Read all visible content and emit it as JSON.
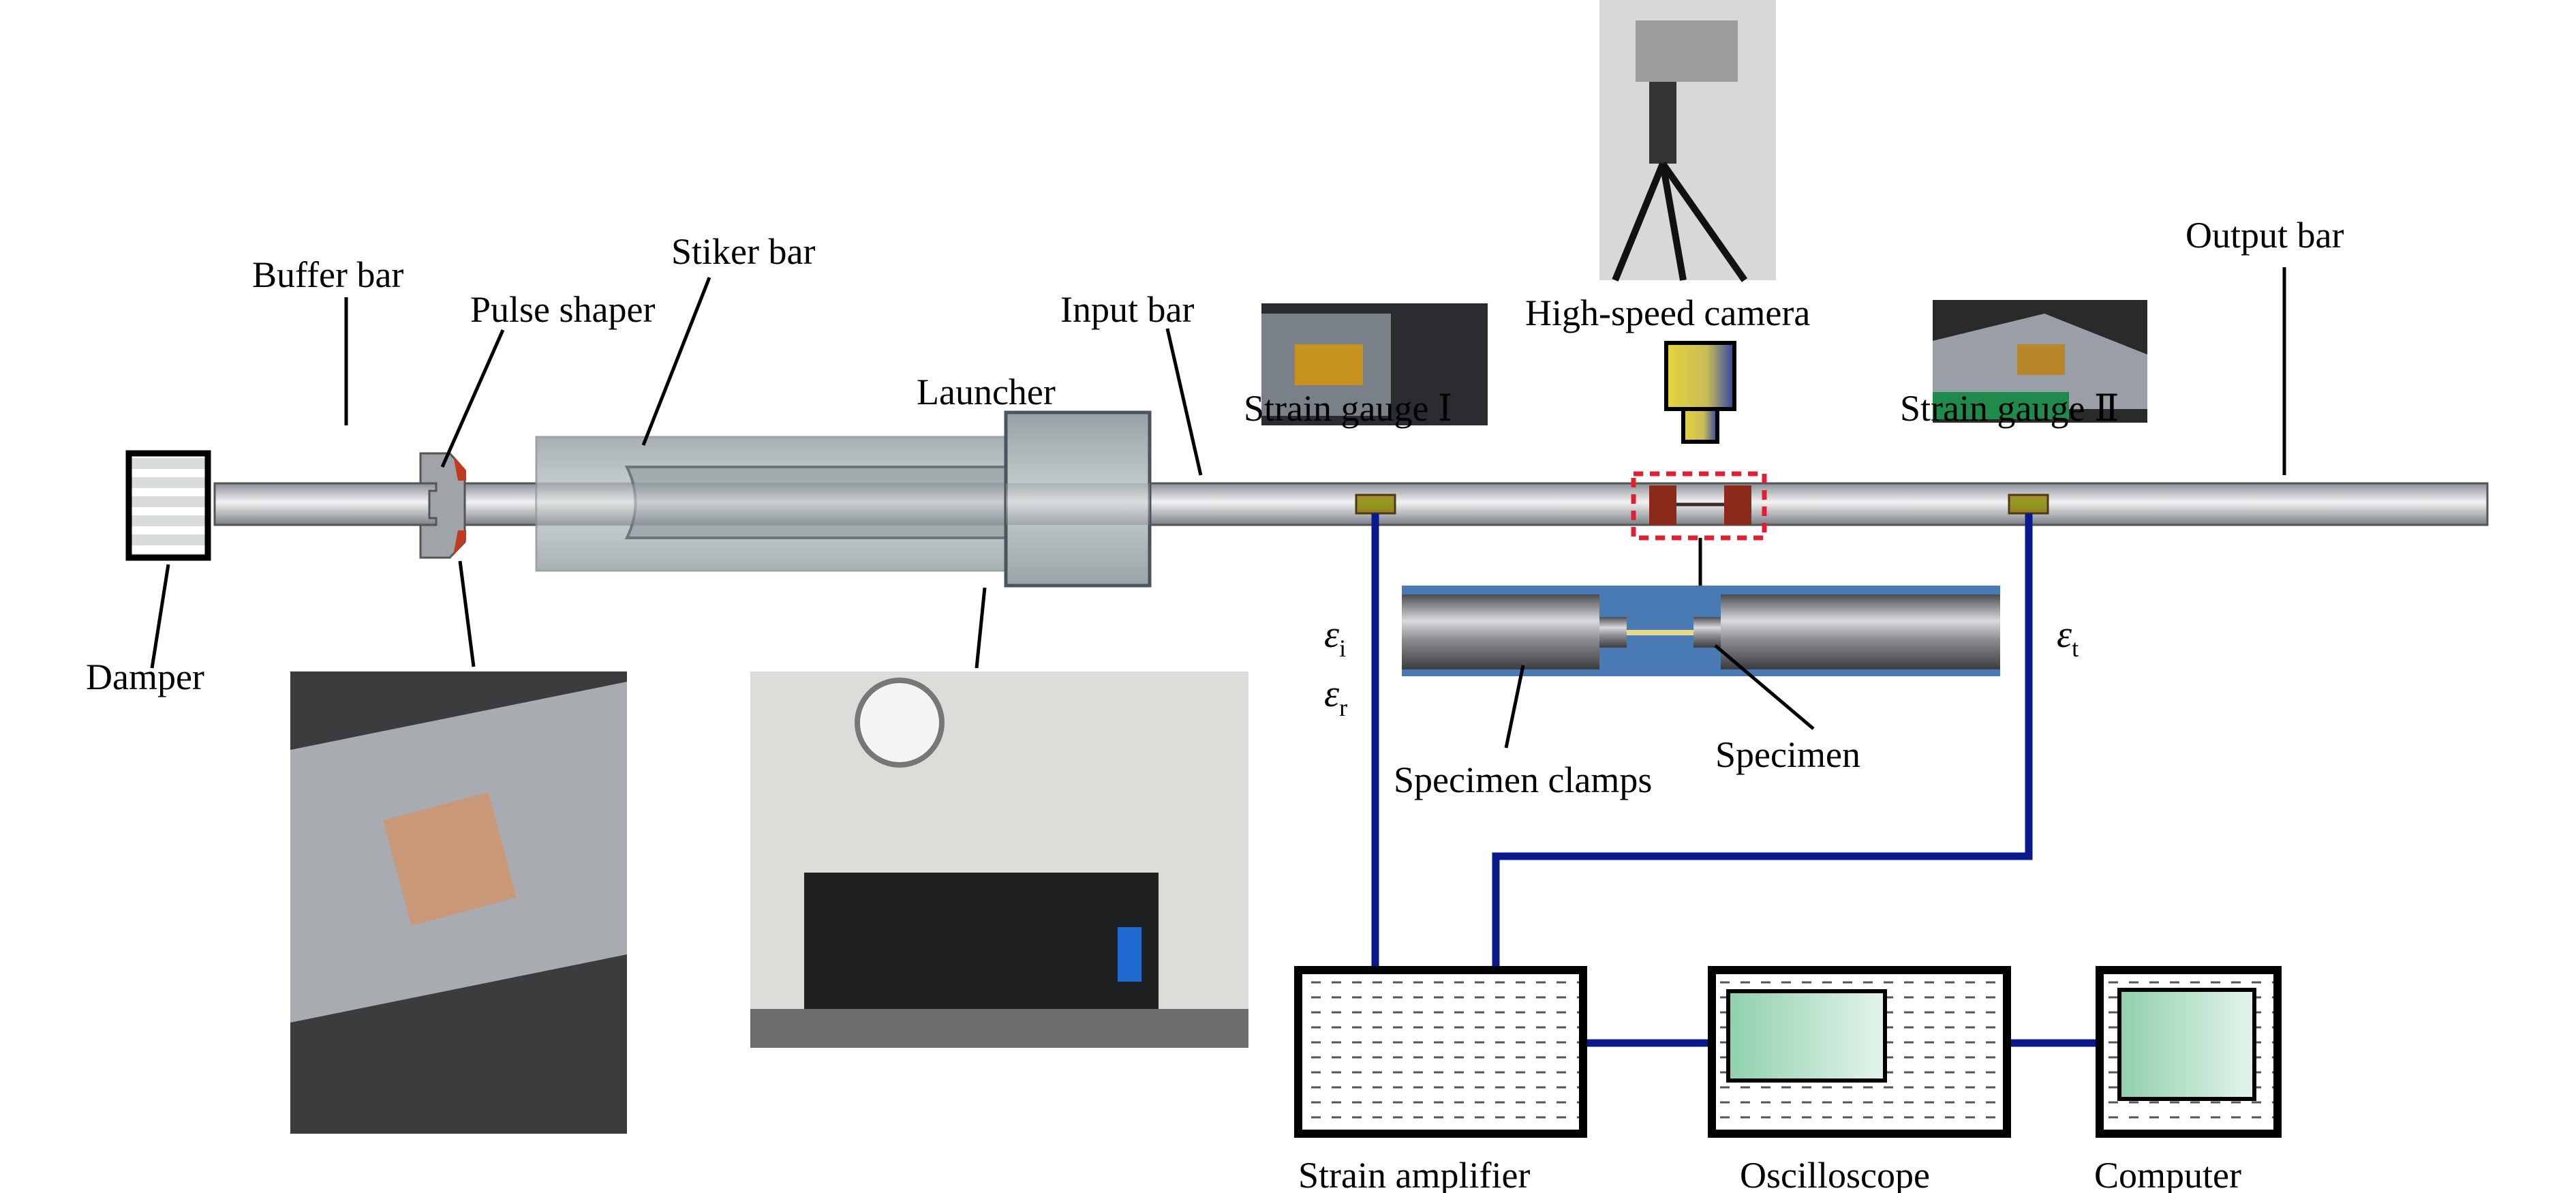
{
  "labels": {
    "buffer_bar": "Buffer bar",
    "pulse_shaper": "Pulse shaper",
    "striker_bar": "Stiker bar",
    "launcher": "Launcher",
    "input_bar": "Input bar",
    "strain_gauge_1": "Strain gauge Ⅰ",
    "high_speed_camera": "High-speed camera",
    "strain_gauge_2": "Strain gauge Ⅱ",
    "output_bar": "Output bar",
    "damper": "Damper",
    "specimen_clamps": "Specimen clamps",
    "specimen": "Specimen",
    "strain_amplifier": "Strain amplifier",
    "oscilloscope": "Oscilloscope",
    "computer": "Computer"
  },
  "signals": {
    "incident": {
      "symbol": "ε",
      "sub": "i"
    },
    "reflected": {
      "symbol": "ε",
      "sub": "r"
    },
    "transmitted": {
      "symbol": "ε",
      "sub": "t"
    }
  },
  "colors": {
    "wire": "#0a1a8c",
    "specimen_box": "#e02030",
    "clamp": "#8b2a1a",
    "gauge": "#7a6a20",
    "screen": "#a8dcc0"
  }
}
